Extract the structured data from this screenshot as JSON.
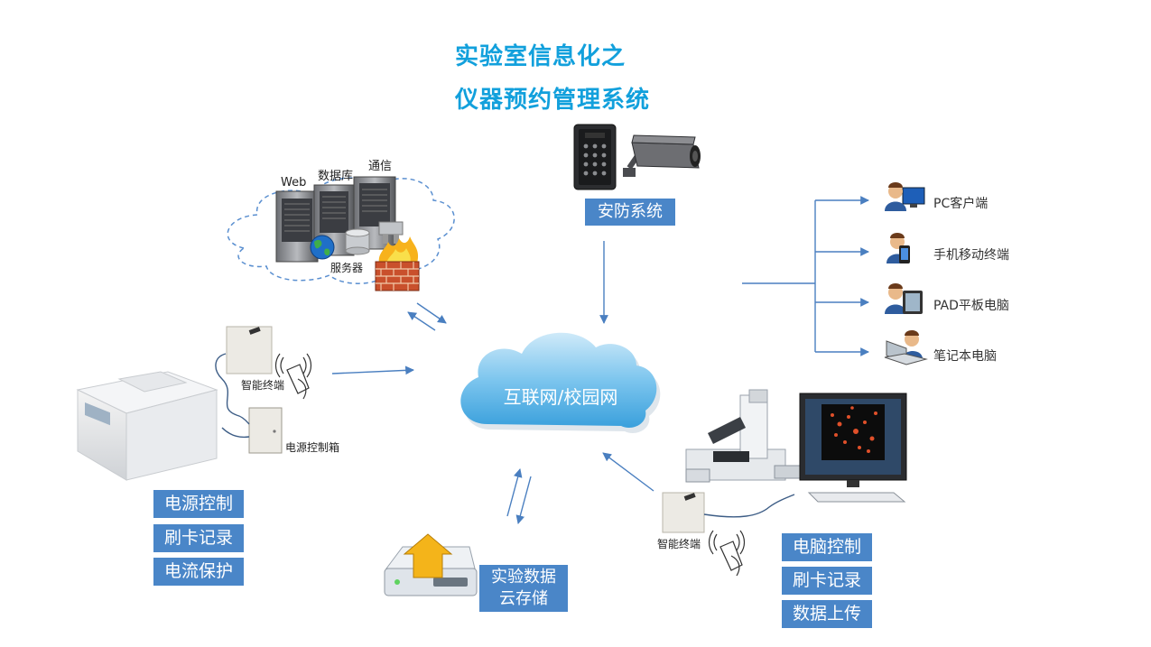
{
  "title": {
    "line1": "实验室信息化之",
    "line2": "仪器预约管理系统"
  },
  "server": {
    "web": "Web",
    "database": "数据库",
    "comm": "通信",
    "caption": "服务器"
  },
  "security": {
    "label": "安防系统"
  },
  "cloud": {
    "label": "互联网/校园网"
  },
  "clients": [
    {
      "label": "PC客户端",
      "icon": "pc-user-icon"
    },
    {
      "label": "手机移动终端",
      "icon": "mobile-user-icon"
    },
    {
      "label": "PAD平板电脑",
      "icon": "tablet-user-icon"
    },
    {
      "label": "笔记本电脑",
      "icon": "laptop-user-icon"
    }
  ],
  "left_device": {
    "terminal": "智能终端",
    "power_box": "电源控制箱",
    "functions": [
      "电源控制",
      "刷卡记录",
      "电流保护"
    ]
  },
  "storage": {
    "label_line1": "实验数据",
    "label_line2": "云存储"
  },
  "right_device": {
    "terminal": "智能终端",
    "functions": [
      "电脑控制",
      "刷卡记录",
      "数据上传"
    ]
  },
  "colors": {
    "title": "#12a0dc",
    "box": "#4a86c8",
    "arrow": "#4a7fc0",
    "cloud": "#5ab4e6"
  }
}
